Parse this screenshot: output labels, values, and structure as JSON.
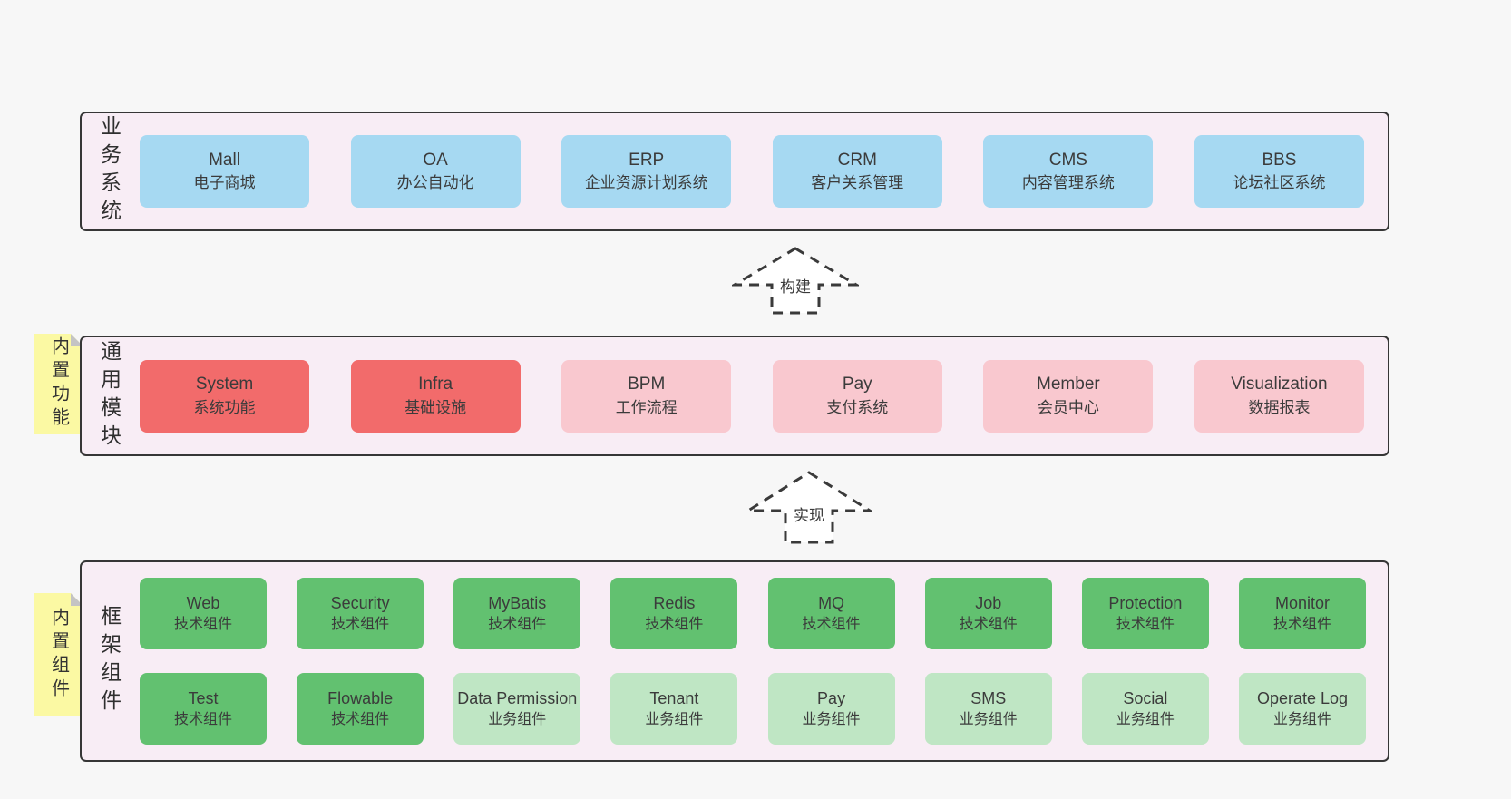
{
  "colors": {
    "page_bg": "#f7f7f7",
    "band_bg": "#f8edf5",
    "band_border": "#363636",
    "blue": "#a6d9f2",
    "red": "#f26b6b",
    "pink": "#f9c8cf",
    "green": "#62c170",
    "green_light": "#bfe6c4",
    "sticky_yellow": "#fbf9a3"
  },
  "arrows": {
    "build": "构建",
    "implement": "实现"
  },
  "bands": {
    "business": {
      "label": "业务系统",
      "boxes": [
        {
          "en": "Mall",
          "zh": "电子商城"
        },
        {
          "en": "OA",
          "zh": "办公自动化"
        },
        {
          "en": "ERP",
          "zh": "企业资源计划系统"
        },
        {
          "en": "CRM",
          "zh": "客户关系管理"
        },
        {
          "en": "CMS",
          "zh": "内容管理系统"
        },
        {
          "en": "BBS",
          "zh": "论坛社区系统"
        }
      ]
    },
    "modules": {
      "label": "通用模块",
      "sticky": "内置功能",
      "boxes": [
        {
          "en": "System",
          "zh": "系统功能"
        },
        {
          "en": "Infra",
          "zh": "基础设施"
        },
        {
          "en": "BPM",
          "zh": "工作流程"
        },
        {
          "en": "Pay",
          "zh": "支付系统"
        },
        {
          "en": "Member",
          "zh": "会员中心"
        },
        {
          "en": "Visualization",
          "zh": "数据报表"
        }
      ]
    },
    "components": {
      "label": "框架组件",
      "sticky": "内置组件",
      "row1": [
        {
          "en": "Web",
          "zh": "技术组件"
        },
        {
          "en": "Security",
          "zh": "技术组件"
        },
        {
          "en": "MyBatis",
          "zh": "技术组件"
        },
        {
          "en": "Redis",
          "zh": "技术组件"
        },
        {
          "en": "MQ",
          "zh": "技术组件"
        },
        {
          "en": "Job",
          "zh": "技术组件"
        },
        {
          "en": "Protection",
          "zh": "技术组件"
        },
        {
          "en": "Monitor",
          "zh": "技术组件"
        }
      ],
      "row2": [
        {
          "en": "Test",
          "zh": "技术组件"
        },
        {
          "en": "Flowable",
          "zh": "技术组件"
        },
        {
          "en": "Data Permission",
          "zh": "业务组件"
        },
        {
          "en": "Tenant",
          "zh": "业务组件"
        },
        {
          "en": "Pay",
          "zh": "业务组件"
        },
        {
          "en": "SMS",
          "zh": "业务组件"
        },
        {
          "en": "Social",
          "zh": "业务组件"
        },
        {
          "en": "Operate Log",
          "zh": "业务组件"
        }
      ]
    }
  }
}
